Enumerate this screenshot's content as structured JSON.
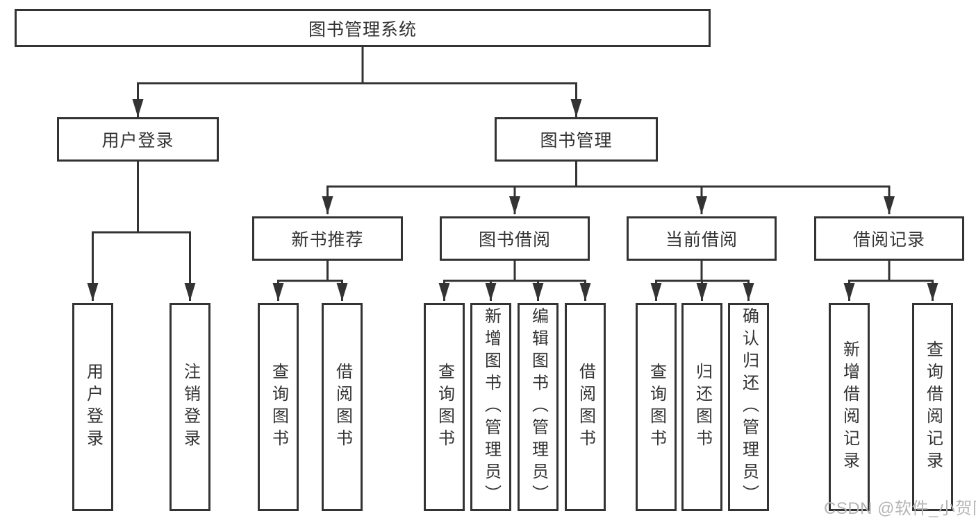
{
  "tree": {
    "root": {
      "label": "图书管理系统"
    },
    "branches": [
      {
        "label": "用户登录",
        "children": [
          {
            "label": "用户登录"
          },
          {
            "label": "注销登录"
          }
        ]
      },
      {
        "label": "图书管理",
        "children": [
          {
            "label": "新书推荐",
            "children": [
              {
                "label": "查询图书"
              },
              {
                "label": "借阅图书"
              }
            ]
          },
          {
            "label": "图书借阅",
            "children": [
              {
                "label": "查询图书"
              },
              {
                "label": "新增图书（管理员）"
              },
              {
                "label": "编辑图书（管理员）"
              },
              {
                "label": "借阅图书"
              }
            ]
          },
          {
            "label": "当前借阅",
            "children": [
              {
                "label": "查询图书"
              },
              {
                "label": "归还图书"
              },
              {
                "label": "确认归还（管理员）"
              }
            ]
          },
          {
            "label": "借阅记录",
            "children": [
              {
                "label": "新增借阅记录"
              },
              {
                "label": "查询借阅记录"
              }
            ]
          }
        ]
      }
    ]
  },
  "watermark": "CSDN @软件_小贺同学",
  "colors": {
    "line": "#333333",
    "box_border": "#333333",
    "text": "#333333",
    "background": "#ffffff",
    "watermark": "#b5b5b5"
  }
}
